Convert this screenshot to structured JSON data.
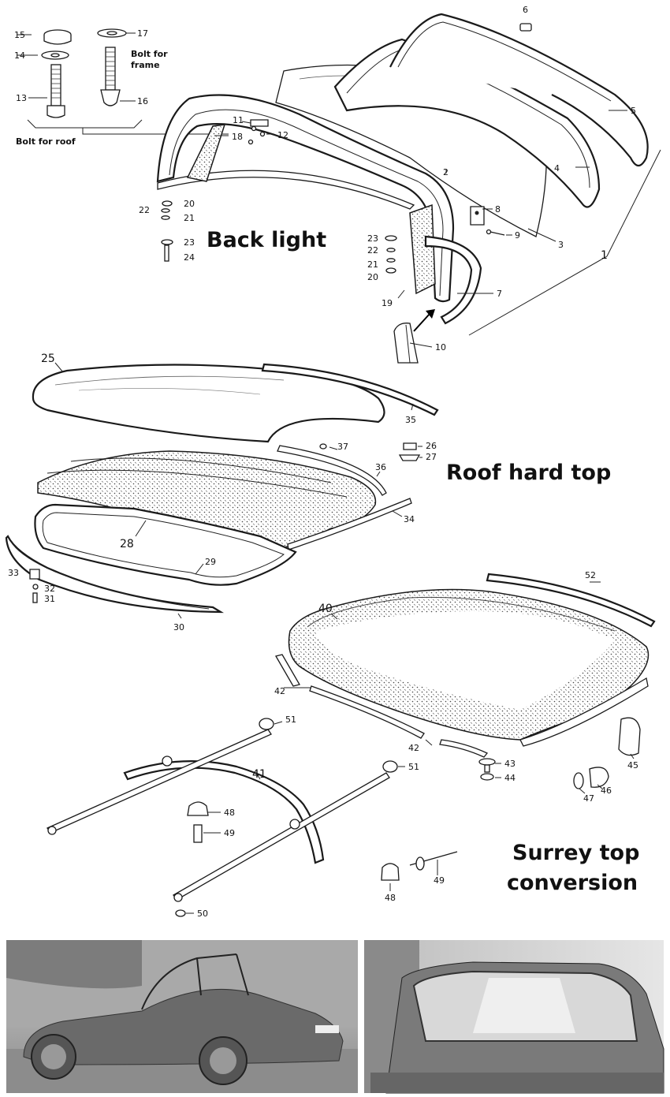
{
  "sections": {
    "back_light": "Back light",
    "roof_hard_top": "Roof hard top",
    "surrey_line1": "Surrey top",
    "surrey_line2": "conversion"
  },
  "captions": {
    "bolt_for_frame_1": "Bolt for",
    "bolt_for_frame_2": "frame",
    "bolt_for_roof": "Bolt for roof"
  },
  "part_numbers": {
    "p1": "1",
    "p2": "2",
    "p3": "3",
    "p4": "4",
    "p5": "5",
    "p6": "6",
    "p7": "7",
    "p8": "8",
    "p9": "9",
    "p10": "10",
    "p11": "11",
    "p12": "12",
    "p13": "13",
    "p14": "14",
    "p15": "15",
    "p16": "16",
    "p17": "17",
    "p18": "18",
    "p19": "19",
    "p20a": "20",
    "p20b": "20",
    "p21a": "21",
    "p21b": "21",
    "p22a": "22",
    "p22b": "22",
    "p23a": "23",
    "p23b": "23",
    "p24": "24",
    "p25": "25",
    "p26": "26",
    "p27": "27",
    "p28": "28",
    "p29": "29",
    "p30": "30",
    "p31": "31",
    "p32": "32",
    "p33": "33",
    "p34": "34",
    "p35": "35",
    "p36": "36",
    "p37": "37",
    "p40": "40",
    "p41": "41",
    "p42a": "42",
    "p42b": "42",
    "p43": "43",
    "p44": "44",
    "p45": "45",
    "p46": "46",
    "p47": "47",
    "p48a": "48",
    "p48b": "48",
    "p49a": "49",
    "p49b": "49",
    "p50": "50",
    "p51a": "51",
    "p51b": "51",
    "p52": "52"
  },
  "colors": {
    "line": "#1a1a1a",
    "photo_sky": "#9a9a9a",
    "photo_car": "#6e6e6e"
  }
}
